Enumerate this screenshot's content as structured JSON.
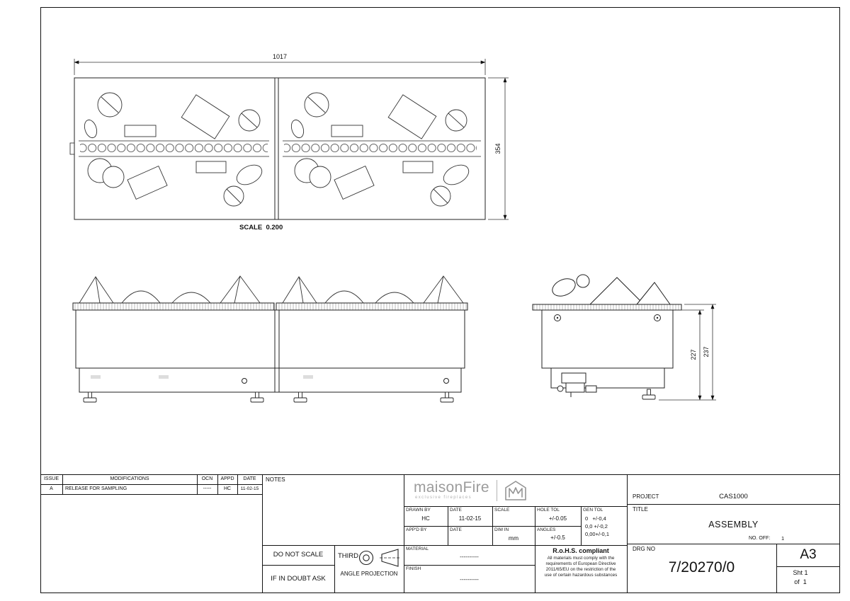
{
  "drawing": {
    "top_width": "1017",
    "top_depth": "354",
    "scale_note": "SCALE  0.200",
    "side_height_inner": "227",
    "side_height_overall": "237"
  },
  "issue_table": {
    "headers": {
      "issue": "ISSUE",
      "modifications": "MODIFICATIONS",
      "ocn": "OCN",
      "appd": "APPD",
      "date": "DATE"
    },
    "row": {
      "issue": "A",
      "modifications": "RELEASE FOR SAMPLING",
      "ocn": "-----",
      "appd": "HC",
      "date": "11-02-15"
    }
  },
  "notes": {
    "label": "NOTES"
  },
  "warn": {
    "line1": "DO NOT SCALE",
    "line2": "IF IN DOUBT ASK"
  },
  "projection": {
    "word1": "THIRD",
    "word2": "ANGLE PROJECTION"
  },
  "logo": {
    "wordmark": "maisonFire",
    "tagline": "exclusive fireplaces"
  },
  "details": {
    "drawn_by_label": "DRAWN BY",
    "drawn_by_value": "HC",
    "date_label": "DATE",
    "drawn_date_value": "11-02-15",
    "scale_label": "SCALE",
    "hole_tol_label": "HOLE TOL",
    "hole_tol_value": "+/-0.05",
    "gen_tol_label": "GEN TOL",
    "gen_tol_line1": "0   +/-0,4",
    "gen_tol_line2": "0,0 +/-0,2",
    "gen_tol_line3": "0,00+/-0,1",
    "appd_by_label": "APP'D BY",
    "appd_date_label": "DATE",
    "dim_in_label": "DIM IN",
    "dim_in_value": "mm",
    "angles_label": "ANGLES",
    "angles_value": "+/-0.5",
    "material_label": "MATERIAL",
    "material_value": "----------",
    "finish_label": "FINISH",
    "finish_value": "----------"
  },
  "rohs": {
    "title": "R.o.H.S. compliant",
    "line1": "All materials must comply with the",
    "line2": "requirements of European Directive",
    "line3": "2011/65/EU on the restriction of the",
    "line4": "use of certain hazardous substances"
  },
  "project": {
    "label": "PROJECT",
    "value": "CAS1000"
  },
  "title": {
    "label": "TITLE",
    "value": "ASSEMBLY"
  },
  "no_off": {
    "label": "NO. OFF:",
    "value": "1"
  },
  "drg": {
    "label": "DRG NO",
    "value": "7/20270/0"
  },
  "sheet": {
    "size": "A3",
    "sht": "Sht 1",
    "of": "of  1"
  }
}
